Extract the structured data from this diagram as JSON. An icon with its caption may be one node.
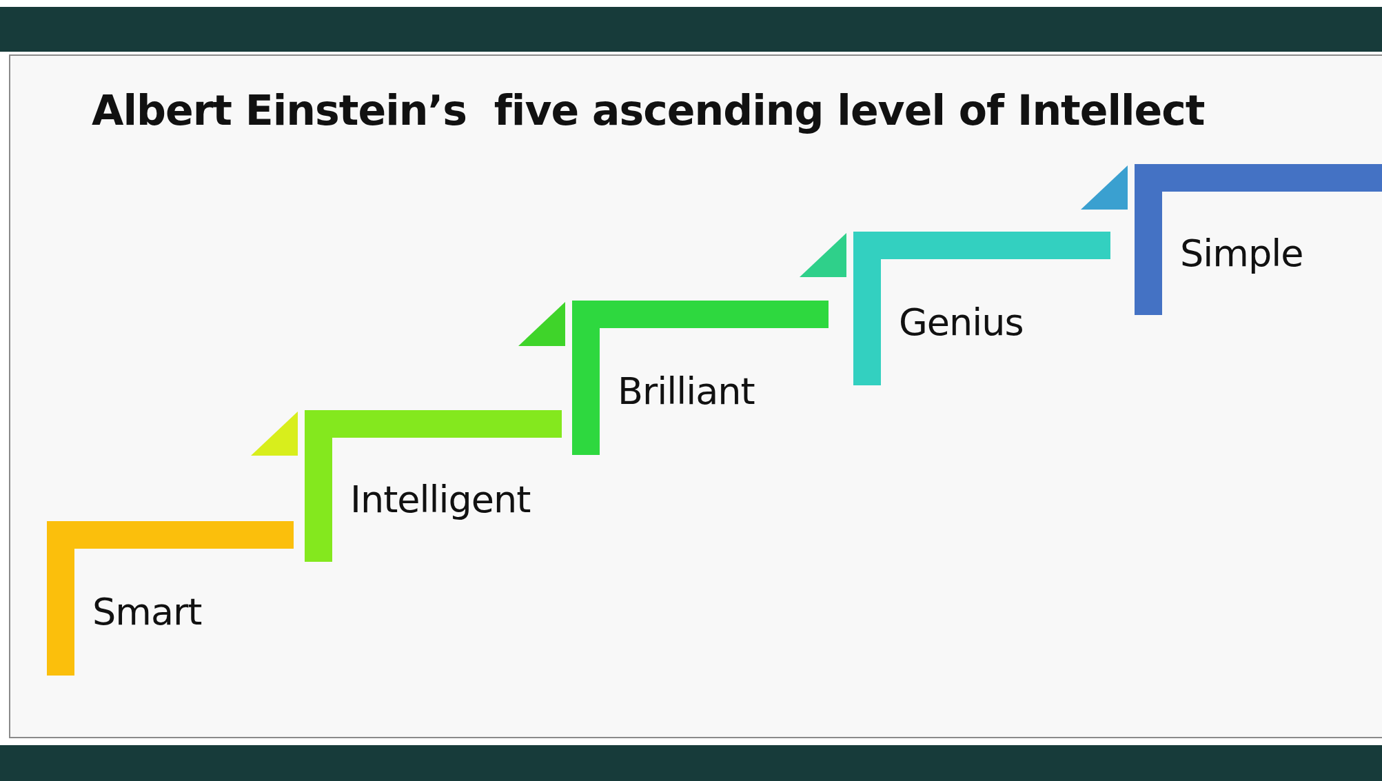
{
  "diagram": {
    "title": "Albert Einstein’s  five ascending level of Intellect",
    "nodes": [
      {
        "text": [
          "Smart"
        ]
      },
      {
        "text": [
          "Intelligent"
        ]
      },
      {
        "text": [
          "Brilliant"
        ]
      },
      {
        "text": [
          "Genius"
        ]
      },
      {
        "text": [
          "Simple"
        ]
      }
    ]
  }
}
